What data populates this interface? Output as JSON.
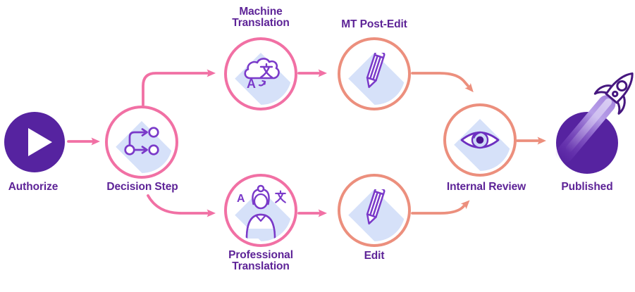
{
  "diagram": {
    "title_hint": "translation workflow diagram",
    "colors": {
      "accent_pink": "#f170a4",
      "accent_salmon": "#ec8f7d",
      "solid_node_purple": "#5623a0",
      "label_purple": "#5d2397",
      "icon_stroke_purple": "#7a3ac9",
      "icon_long_shadow_blue": "#d6e1f9",
      "rocket_outline_purple": "#46177f",
      "background": "#ffffff"
    },
    "nodes": [
      {
        "id": "authorize",
        "label": "Authorize",
        "shape": "solid-circle",
        "icon": "play-icon"
      },
      {
        "id": "decision",
        "label": "Decision Step",
        "shape": "ring-pink",
        "icon": "flowchart-icon"
      },
      {
        "id": "machine",
        "label": "Machine Translation",
        "shape": "ring-pink",
        "icon": "cloud-translate-icon"
      },
      {
        "id": "mt-post-edit",
        "label": "MT Post-Edit",
        "shape": "ring-salmon",
        "icon": "pencil-icon"
      },
      {
        "id": "professional",
        "label": "Professional Translation",
        "shape": "ring-pink",
        "icon": "translator-icon"
      },
      {
        "id": "edit",
        "label": "Edit",
        "shape": "ring-salmon",
        "icon": "pencil-icon"
      },
      {
        "id": "internal",
        "label": "Internal Review",
        "shape": "ring-salmon",
        "icon": "eye-icon"
      },
      {
        "id": "published",
        "label": "Published",
        "shape": "solid-circle",
        "icon": "rocket-icon"
      }
    ],
    "edges": [
      {
        "from": "authorize",
        "to": "decision",
        "color": "pink"
      },
      {
        "from": "decision",
        "to": "machine",
        "color": "pink"
      },
      {
        "from": "decision",
        "to": "professional",
        "color": "pink"
      },
      {
        "from": "machine",
        "to": "mt-post-edit",
        "color": "pink"
      },
      {
        "from": "professional",
        "to": "edit",
        "color": "pink"
      },
      {
        "from": "mt-post-edit",
        "to": "internal",
        "color": "salmon"
      },
      {
        "from": "edit",
        "to": "internal",
        "color": "salmon"
      },
      {
        "from": "internal",
        "to": "published",
        "color": "salmon"
      }
    ]
  },
  "icons": {
    "latin_glyph": "A"
  }
}
